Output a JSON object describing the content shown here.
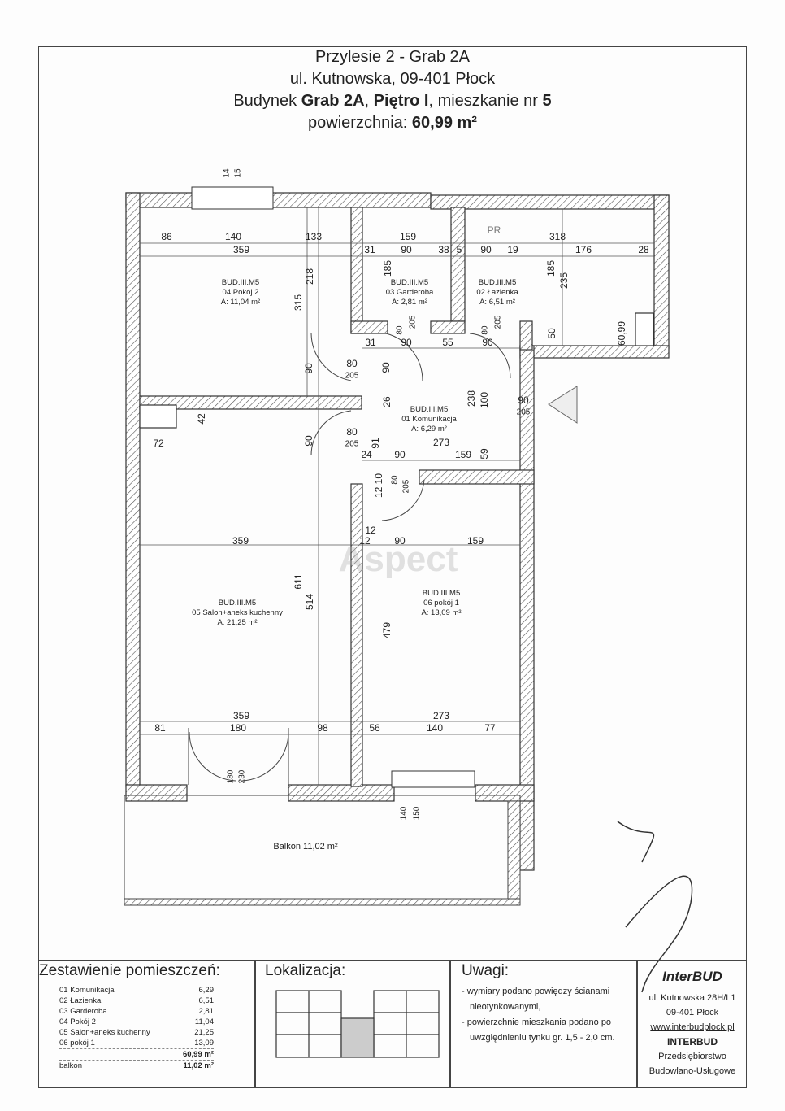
{
  "header": {
    "line1": "Przylesie 2 - Grab 2A",
    "line2": "ul. Kutnowska, 09-401 Płock",
    "line3_a": "Budynek ",
    "line3_b": "Grab 2A",
    "line3_c": ", ",
    "line3_d": "Piętro I",
    "line3_e": ", mieszkanie nr ",
    "line3_f": "5",
    "line4_a": "powierzchnia: ",
    "line4_b": "60,99 m²"
  },
  "rooms": [
    {
      "code": "BUD.III.M5",
      "name": "04 Pokój 2",
      "area": "A: 11,04 m²"
    },
    {
      "code": "BUD.III.M5",
      "name": "03 Garderoba",
      "area": "A: 2,81 m²"
    },
    {
      "code": "BUD.III.M5",
      "name": "02 Łazienka",
      "area": "A: 6,51 m²"
    },
    {
      "code": "BUD.III.M5",
      "name": "01 Komunikacja",
      "area": "A: 6,29 m²"
    },
    {
      "code": "BUD.III.M5",
      "name": "05 Salon+aneks kuchenny",
      "area": "A: 21,25 m²"
    },
    {
      "code": "BUD.III.M5",
      "name": "06 pokój 1",
      "area": "A: 13,09 m²"
    }
  ],
  "balcony": "Balkon 11,02 m²",
  "pr_label": "PR",
  "watermark": "Aspect",
  "dims": [
    "86",
    "140",
    "133",
    "159",
    "318",
    "359",
    "31",
    "90",
    "38",
    "5",
    "90",
    "19",
    "176",
    "28",
    "218",
    "315",
    "185",
    "185",
    "235",
    "31",
    "90",
    "55",
    "90",
    "50",
    "60,99",
    "80",
    "205",
    "90",
    "90",
    "26",
    "238",
    "100",
    "90",
    "205",
    "42",
    "72",
    "80",
    "205",
    "90",
    "24",
    "90",
    "273",
    "159",
    "91",
    "59",
    "12 10",
    "80",
    "205",
    "12",
    "12",
    "90",
    "159",
    "359",
    "611",
    "514",
    "479",
    "359",
    "273",
    "81",
    "180",
    "98",
    "56",
    "140",
    "77",
    "180",
    "230",
    "140",
    "150",
    "14",
    "15",
    "80",
    "205",
    "80",
    "205"
  ],
  "summary": {
    "title": "Zestawienie pomieszczeń:",
    "rows": [
      {
        "name": "01 Komunikacja",
        "value": "6,29"
      },
      {
        "name": "02 Łazienka",
        "value": "6,51"
      },
      {
        "name": "03 Garderoba",
        "value": "2,81"
      },
      {
        "name": "04 Pokój 2",
        "value": "11,04"
      },
      {
        "name": "05 Salon+aneks kuchenny",
        "value": "21,25"
      },
      {
        "name": "06 pokój 1",
        "value": "13,09"
      }
    ],
    "total": "60,99 m²",
    "balcony_label": "balkon",
    "balcony_value": "11,02 m²"
  },
  "location": {
    "title": "Lokalizacja:"
  },
  "notes": {
    "title": "Uwagi:",
    "items": [
      "-  wymiary podano powiędzy ścianami",
      "   nieotynkowanymi,",
      "-  powierzchnie mieszkania podano po",
      "   uwzględnieniu tynku gr. 1,5 - 2,0 cm."
    ]
  },
  "company": {
    "logo": "InterBUD",
    "address1": "ul. Kutnowska 28H/L1",
    "address2": "09-401 Płock",
    "website": "www.interbudplock.pl",
    "name": "INTERBUD",
    "desc1": "Przedsiębiorstwo",
    "desc2": "Budowlano-Usługowe"
  }
}
